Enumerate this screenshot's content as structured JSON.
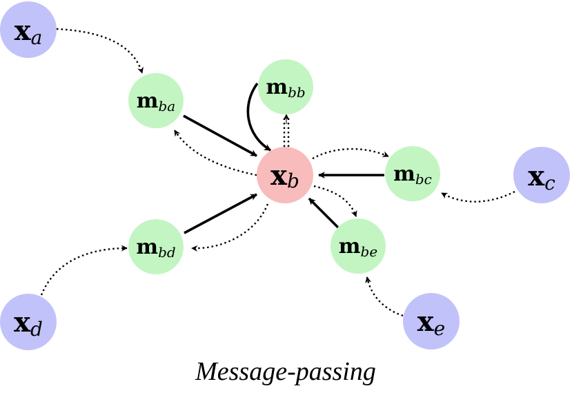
{
  "colors": {
    "input_node": "#c2c2fa",
    "message_node": "#c2f5c2",
    "center_node": "#f8bcbc",
    "edge": "#000000"
  },
  "nodes": {
    "xa": {
      "symbol": "x",
      "sub": "a"
    },
    "xc": {
      "symbol": "x",
      "sub": "c"
    },
    "xd": {
      "symbol": "x",
      "sub": "d"
    },
    "xe": {
      "symbol": "x",
      "sub": "e"
    },
    "xb": {
      "symbol": "x",
      "sub": "b"
    },
    "mba": {
      "symbol": "m",
      "sub": "ba"
    },
    "mbb": {
      "symbol": "m",
      "sub": "bb"
    },
    "mbc": {
      "symbol": "m",
      "sub": "bc"
    },
    "mbd": {
      "symbol": "m",
      "sub": "bd"
    },
    "mbe": {
      "symbol": "m",
      "sub": "be"
    }
  },
  "caption": "Message-passing"
}
